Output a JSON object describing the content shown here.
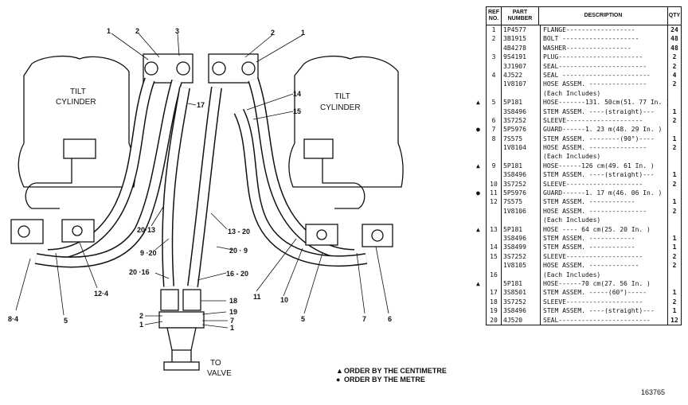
{
  "diagram": {
    "left_cylinder_label": [
      "TILT",
      "CYLINDER"
    ],
    "right_cylinder_label": [
      "TILT",
      "CYLINDER"
    ],
    "to_valve_label": [
      "TO",
      "VALVE"
    ],
    "callouts": {
      "l1": "1",
      "l2": "2",
      "l3": "3",
      "r2": "2",
      "r1": "1",
      "c17": "17",
      "c14": "14",
      "c15": "15",
      "c20_13": "20·13",
      "c9_20": "9 ·20",
      "c20_16": "20 ·16",
      "c13_20": "13 - 20",
      "c20_9": "20 · 9",
      "c16_20": "16 - 20",
      "c12_4": "12·4",
      "c8_4": "8·4",
      "c5l": "5",
      "c11": "11",
      "c10": "10",
      "c5r": "5",
      "c7": "7",
      "c6": "6",
      "c18": "18",
      "c19": "19",
      "c2b": "2",
      "c1b": "1",
      "c7b": "7",
      "c1c": "1"
    }
  },
  "legend": {
    "triangle_note": "ORDER BY THE CENTIMETRE",
    "dot_note": "ORDER BY THE METRE",
    "triangle_symbol": "▲",
    "dot_symbol": "●"
  },
  "parts_table": {
    "headers": {
      "ref": "REF NO.",
      "part": "PART NUMBER",
      "desc": "DESCRIPTION",
      "qty": "QTY"
    },
    "rows": [
      {
        "ref": "1",
        "part": "1P4577",
        "desc": "FLANGE------------------",
        "qty": "24",
        "sym": ""
      },
      {
        "ref": "2",
        "part": "3B1915",
        "desc": "BOLT --------------------",
        "qty": "48",
        "sym": ""
      },
      {
        "ref": "",
        "part": "4B4278",
        "desc": "WASHER-----------------",
        "qty": "48",
        "sym": ""
      },
      {
        "ref": "3",
        "part": "9S4191",
        "desc": "PLUG----------------------",
        "qty": "2",
        "sym": ""
      },
      {
        "ref": "",
        "part": "3J1907",
        "desc": "SEAL-----------------------",
        "qty": "2",
        "sym": ""
      },
      {
        "ref": "4",
        "part": "4J522",
        "desc": "SEAL -----------------------",
        "qty": "4",
        "sym": ""
      },
      {
        "ref": "",
        "part": "1V8107",
        "desc": "HOSE ASSEM. ---------------",
        "qty": "2",
        "sym": ""
      },
      {
        "ref": "",
        "part": "",
        "desc": "  (Each Includes)",
        "qty": "",
        "sym": ""
      },
      {
        "ref": "5",
        "part": "5P181",
        "desc": "    HOSE-------131. 50cm(51. 77 In. )",
        "qty": "",
        "sym": "▲"
      },
      {
        "ref": "",
        "part": "3S8496",
        "desc": "    STEM ASSEM. ----(straight)---",
        "qty": "1",
        "sym": ""
      },
      {
        "ref": "6",
        "part": "3S7252",
        "desc": "    SLEEVE--------------------",
        "qty": "2",
        "sym": ""
      },
      {
        "ref": "7",
        "part": "5P5976",
        "desc": "    GUARD------1. 23 m(48. 29 In. )",
        "qty": "",
        "sym": "●"
      },
      {
        "ref": "8",
        "part": "7S575",
        "desc": "    STEM ASSEM. --------(90°)----",
        "qty": "1",
        "sym": ""
      },
      {
        "ref": "",
        "part": "1V8104",
        "desc": "HOSE ASSEM. ---------------",
        "qty": "2",
        "sym": ""
      },
      {
        "ref": "",
        "part": "",
        "desc": "  (Each Includes)",
        "qty": "",
        "sym": ""
      },
      {
        "ref": "9",
        "part": "5P181",
        "desc": "    HOSE------126 cm(49. 61 In. )",
        "qty": "",
        "sym": "▲"
      },
      {
        "ref": "",
        "part": "3S8496",
        "desc": "    STEM ASSEM. ----(straight)---",
        "qty": "1",
        "sym": ""
      },
      {
        "ref": "10",
        "part": "3S7252",
        "desc": "    SLEEVE--------------------",
        "qty": "2",
        "sym": ""
      },
      {
        "ref": "11",
        "part": "5P5976",
        "desc": "    GUARD------1. 17 m(46. 06 In. )",
        "qty": "",
        "sym": "●"
      },
      {
        "ref": "12",
        "part": "7S575",
        "desc": "    STEM ASSEM. ------------",
        "qty": "1",
        "sym": ""
      },
      {
        "ref": "",
        "part": "1V8106",
        "desc": "HOSE ASSEM. ---------------",
        "qty": "2",
        "sym": ""
      },
      {
        "ref": "",
        "part": "",
        "desc": "  (Each Includes)",
        "qty": "",
        "sym": ""
      },
      {
        "ref": "13",
        "part": "5P181",
        "desc": "    HOSE ---- 64 cm(25. 20 In. )",
        "qty": "",
        "sym": "▲"
      },
      {
        "ref": "",
        "part": "3S8496",
        "desc": "    STEM ASSEM. ------------",
        "qty": "1",
        "sym": ""
      },
      {
        "ref": "14",
        "part": "3S8499",
        "desc": "    STEM ASSEM. ------------",
        "qty": "1",
        "sym": ""
      },
      {
        "ref": "15",
        "part": "3S7252",
        "desc": "    SLEEVE--------------------",
        "qty": "2",
        "sym": ""
      },
      {
        "ref": "",
        "part": "1V8105",
        "desc": "HOSE ASSEM. -------------",
        "qty": "2",
        "sym": ""
      },
      {
        "ref": "16",
        "part": "",
        "desc": "  (Each Includes)",
        "qty": "",
        "sym": ""
      },
      {
        "ref": "",
        "part": "5P181",
        "desc": "    HOSE------70 cm(27. 56 In. )",
        "qty": "",
        "sym": "▲"
      },
      {
        "ref": "17",
        "part": "3S8501",
        "desc": "    STEM ASSEM. -----(60°)-----",
        "qty": "1",
        "sym": ""
      },
      {
        "ref": "18",
        "part": "3S7252",
        "desc": "    SLEEVE--------------------",
        "qty": "2",
        "sym": ""
      },
      {
        "ref": "19",
        "part": "3S8496",
        "desc": "    STEM ASSEM. ----(straight)---",
        "qty": "1",
        "sym": ""
      },
      {
        "ref": "20",
        "part": "4J520",
        "desc": "SEAL------------------------",
        "qty": "12",
        "sym": ""
      }
    ]
  },
  "doc_number": "163765"
}
